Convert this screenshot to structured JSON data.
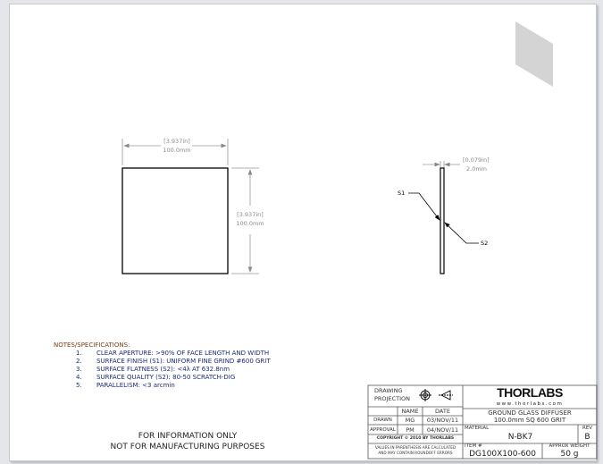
{
  "front_view": {
    "width_dim": {
      "inch": "3.937in",
      "mm": "100.0mm"
    },
    "height_dim": {
      "inch": "3.937in",
      "mm": "100.0mm"
    }
  },
  "side_view": {
    "thickness_dim": {
      "inch": "0.079in",
      "mm": "2.0mm"
    },
    "surface_labels": [
      "S1",
      "S2"
    ]
  },
  "notes": {
    "heading": "NOTES/SPECIFICATIONS:",
    "items": [
      {
        "num": "1.",
        "text": "CLEAR APERTURE: >90% OF FACE LENGTH AND WIDTH"
      },
      {
        "num": "2.",
        "text": "SURFACE FINISH (S1): UNIFORM FINE GRIND #600 GRIT"
      },
      {
        "num": "3.",
        "text": "SURFACE FLATNESS (S2): <4λ AT 632.8nm"
      },
      {
        "num": "4.",
        "text": "SURFACE QUALITY (S2): 80-50 SCRATCH-DIG"
      },
      {
        "num": "5.",
        "text": "PARALLELISM: <3 arcmin"
      }
    ]
  },
  "disclaimer": [
    "FOR INFORMATION ONLY",
    "NOT FOR MANUFACTURING PURPOSES"
  ],
  "title_block": {
    "projection_label": [
      "DRAWING",
      "PROJECTION"
    ],
    "name_header": "NAME",
    "date_header": "DATE",
    "drawn_label": "DRAWN",
    "drawn_name": "MG",
    "drawn_date": "03/NOV/11",
    "approval_label": "APPROVAL",
    "approval_name": "PM",
    "approval_date": "04/NOV/11",
    "copyright": "COPYRIGHT © 2010 BY THORLABS",
    "values_note": [
      "VALUES IN PARENTHESIS ARE CALCULATED",
      "AND MAY CONTAIN ROUNDOFF ERRORS"
    ],
    "logo": "THORLABS",
    "website": "www.thorlabs.com",
    "title": [
      "GROUND GLASS DIFFUSER",
      "100.0mm SQ 600 GRIT"
    ],
    "material_label": "MATERIAL",
    "material": "N-BK7",
    "rev_label": "REV",
    "rev": "B",
    "item_label": "ITEM #",
    "item": "DG100X100-600",
    "weight_label": "APPROX WEIGHT",
    "weight": "50 g"
  }
}
